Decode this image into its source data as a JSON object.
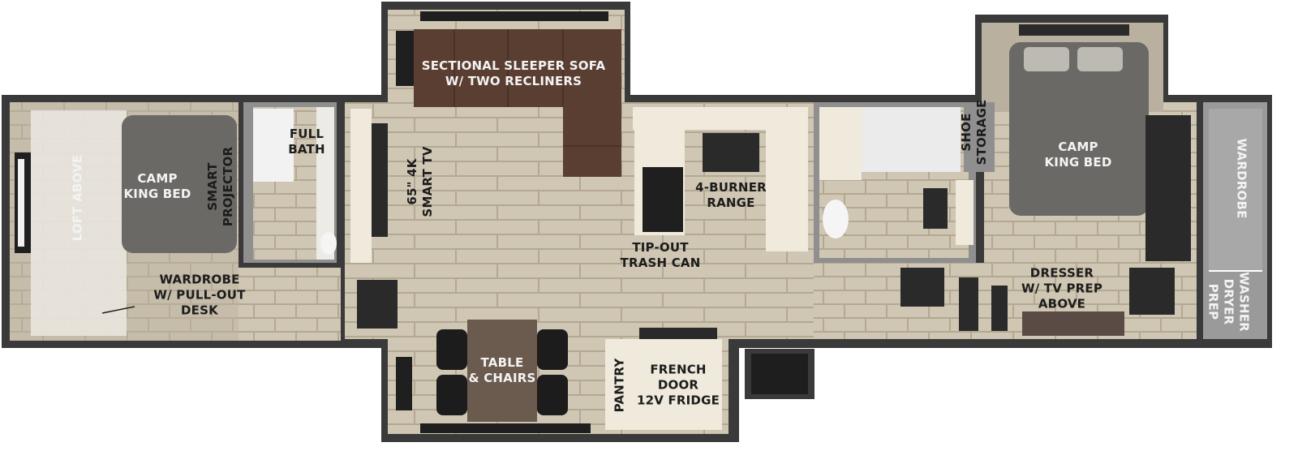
{
  "floorplan": {
    "colors": {
      "wall": "#3a3a3a",
      "floor_tile": "#cfc6b3",
      "grout": "#b8ad97",
      "carpet": "#b9b0a0",
      "bed": "#6b6966",
      "sofa": "#5a3e31",
      "cabinet": "#efeadb",
      "appliance": "#2a2a2a",
      "table": "#6b5a4e",
      "slide_out": "#9a9a9a"
    },
    "labels": {
      "loft_above": "LOFT ABOVE",
      "front_bed": [
        "CAMP",
        "KING BED"
      ],
      "smart_projector": [
        "SMART",
        "PROJECTOR"
      ],
      "front_wardrobe": [
        "WARDROBE",
        "W/ PULL-OUT",
        "DESK"
      ],
      "full_bath": [
        "FULL",
        "BATH"
      ],
      "tv": [
        "65\" 4K",
        "SMART TV"
      ],
      "sofa": [
        "SECTIONAL SLEEPER SOFA",
        "W/ TWO RECLINERS"
      ],
      "range": [
        "4-BURNER",
        "RANGE"
      ],
      "trash": [
        "TIP-OUT",
        "TRASH CAN"
      ],
      "table": [
        "TABLE",
        "& CHAIRS"
      ],
      "pantry": "PANTRY",
      "fridge": [
        "FRENCH",
        "DOOR",
        "12V FRIDGE"
      ],
      "shoe_storage": [
        "SHOE",
        "STORAGE"
      ],
      "rear_bed": [
        "CAMP",
        "KING BED"
      ],
      "dresser": [
        "DRESSER",
        "W/ TV PREP",
        "ABOVE"
      ],
      "rear_wardrobe": "WARDROBE",
      "washer_dryer": [
        "WASHER",
        "DRYER",
        "PREP"
      ]
    }
  }
}
